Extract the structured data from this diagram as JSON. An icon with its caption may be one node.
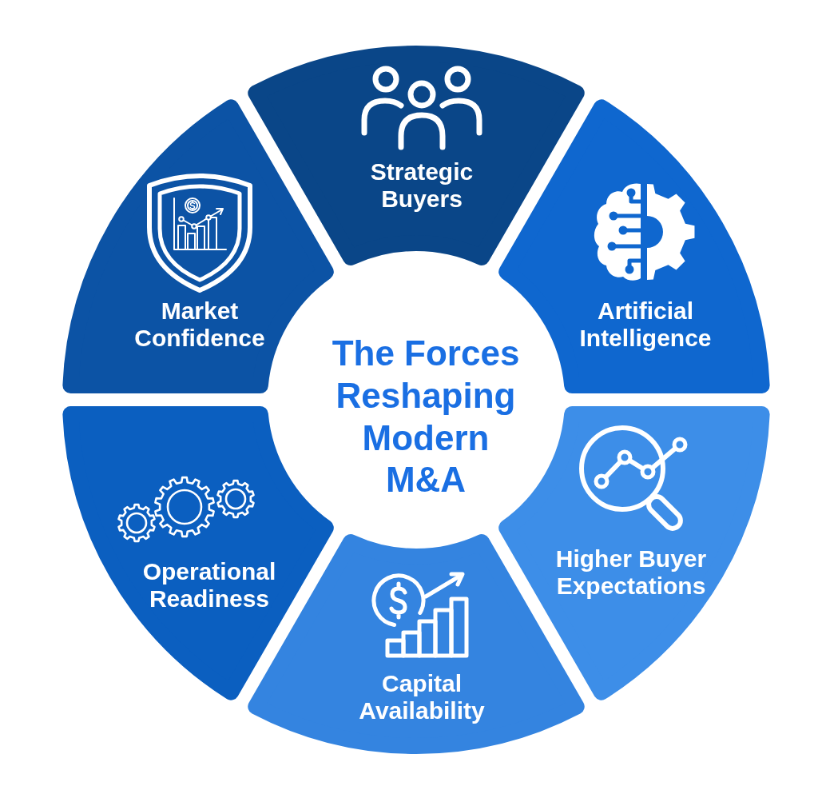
{
  "diagram": {
    "title": "The Forces Reshaping Modern M&A",
    "nodes": [
      {
        "text": [
          "Strategic Buyers"
        ]
      },
      {
        "text": [
          "Artificial Intelligence"
        ]
      },
      {
        "text": [
          "Higher Buyer Expectations"
        ]
      },
      {
        "text": [
          "Capital Availability"
        ]
      },
      {
        "text": [
          "Operational Readiness"
        ]
      },
      {
        "text": [
          "Market Confidence"
        ]
      }
    ]
  }
}
